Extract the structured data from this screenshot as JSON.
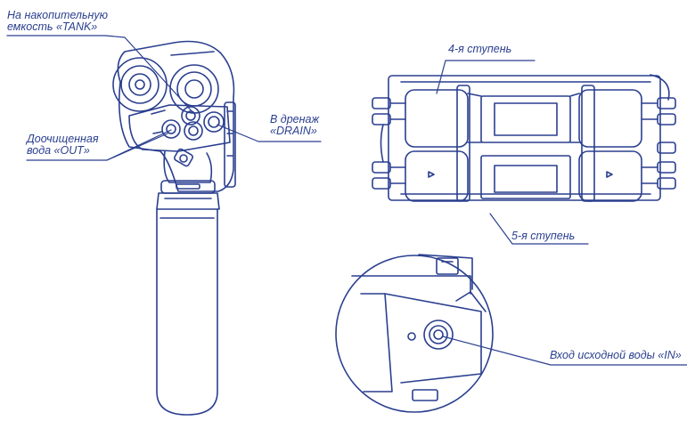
{
  "labels": {
    "tank": [
      "На накопительную",
      "емкость «TANK»"
    ],
    "out": [
      "Доочищенная",
      "вода «OUT»"
    ],
    "drain": [
      "В дренаж",
      "«DRAIN»"
    ],
    "stage4": "4-я ступень",
    "stage5": "5-я ступень",
    "inlet": "Вход исходной воды «IN»"
  },
  "colors": {
    "line": "#2a3f8f",
    "fill": "#ffffff"
  }
}
